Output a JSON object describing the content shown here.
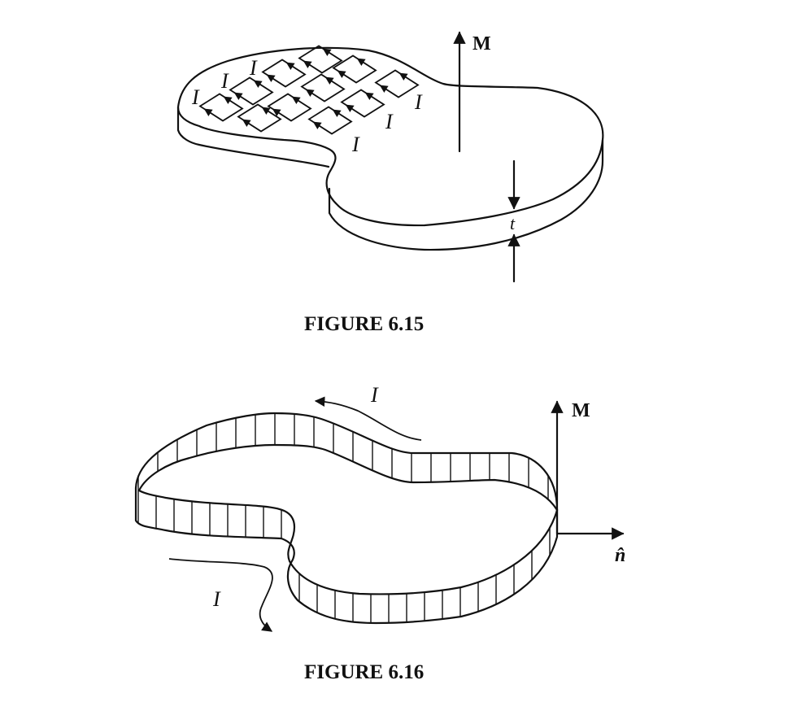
{
  "figure_a": {
    "caption": "FIGURE 6.15",
    "magnetization_label": "M",
    "thickness_label": "t",
    "current_label": "I",
    "current_labels_count": 6,
    "loop_count": 11
  },
  "figure_b": {
    "caption": "FIGURE 6.16",
    "magnetization_label": "M",
    "normal_label": "n̂",
    "current_label_top": "I",
    "current_label_bottom": "I"
  }
}
